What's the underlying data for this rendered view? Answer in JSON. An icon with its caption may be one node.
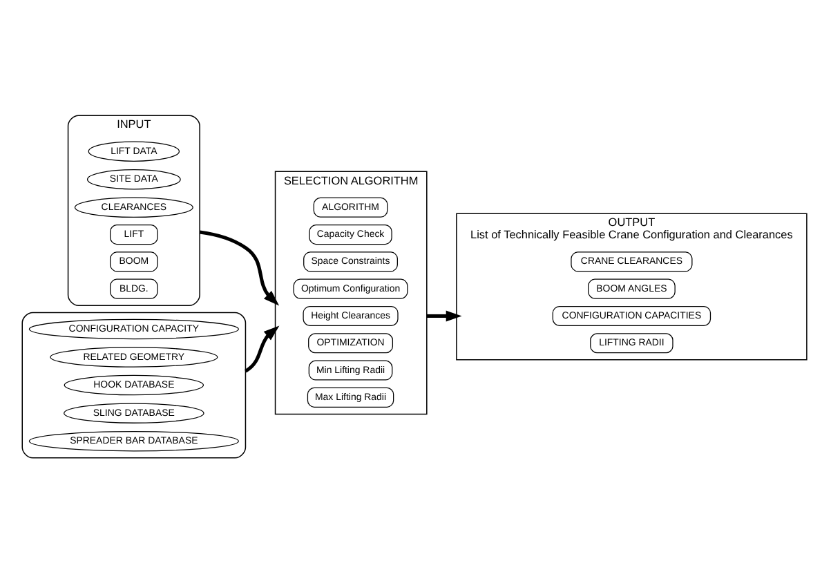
{
  "diagram": {
    "nodes": [
      {
        "text": [
          "INPUT"
        ]
      },
      {
        "text": [
          "LIFT DATA"
        ],
        "in": 0
      },
      {
        "text": [
          "SITE DATA"
        ],
        "in": 0
      },
      {
        "text": [
          "CLEARANCES"
        ],
        "in": 0
      },
      {
        "text": [
          "LIFT"
        ],
        "in": 0
      },
      {
        "text": [
          "BOOM"
        ],
        "in": 0
      },
      {
        "text": [
          "BLDG."
        ],
        "in": 0
      },
      {
        "text": [],
        "shape": "cylinder"
      },
      {
        "text": [
          "CONFIGURATION CAPACITY"
        ],
        "in": 7
      },
      {
        "text": [
          "RELATED GEOMETRY"
        ],
        "in": 7
      },
      {
        "text": [
          "HOOK DATABASE"
        ],
        "in": 7
      },
      {
        "text": [
          "SLING DATABASE"
        ],
        "in": 7
      },
      {
        "text": [
          "SPREADER BAR DATABASE"
        ],
        "in": 7
      },
      {
        "text": [
          "SELECTION ALGORITHM"
        ]
      },
      {
        "text": [
          "ALGORITHM"
        ],
        "in": 13
      },
      {
        "text": [
          "Capacity Check"
        ],
        "in": 13
      },
      {
        "text": [
          "Space Constraints"
        ],
        "in": 13
      },
      {
        "text": [
          "Optimum Configuration"
        ],
        "in": 13
      },
      {
        "text": [
          "Height Clearances"
        ],
        "in": 13
      },
      {
        "text": [
          "OPTIMIZATION"
        ],
        "in": 13
      },
      {
        "text": [
          "Min Lifting Radii"
        ],
        "in": 13
      },
      {
        "text": [
          "Max Lifting Radii"
        ],
        "in": 13
      },
      {
        "text": [
          "OUTPUT",
          "List of Technically Feasible Crane Configuration and Clearances"
        ]
      },
      {
        "text": [
          "CRANE CLEARANCES"
        ],
        "in": 22
      },
      {
        "text": [
          "BOOM ANGLES"
        ],
        "in": 22
      },
      {
        "text": [
          "CONFIGURATION CAPACITIES"
        ],
        "in": 22
      },
      {
        "text": [
          "LIFTING RADII"
        ],
        "in": 22
      }
    ],
    "edges": [
      {
        "from": 0,
        "to": 13,
        "arrow": "to"
      },
      {
        "from": 7,
        "to": 13,
        "arrow": "to"
      },
      {
        "from": 13,
        "to": 22,
        "arrow": "to"
      }
    ]
  }
}
